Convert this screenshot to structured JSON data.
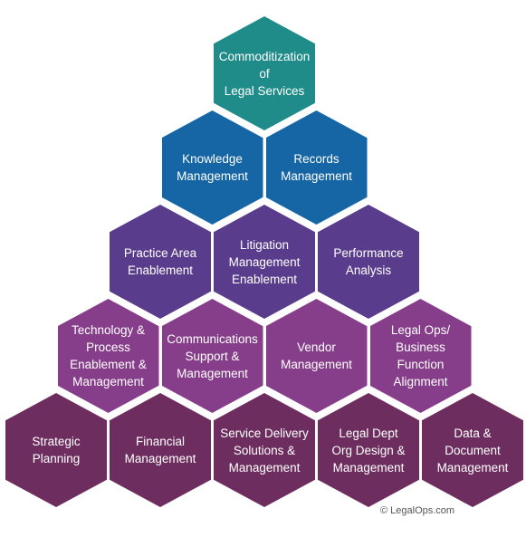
{
  "tiers": [
    {
      "color": "#1f8c8a",
      "items": [
        {
          "label": "Commoditization\nof\nLegal Services"
        }
      ]
    },
    {
      "color": "#1666a6",
      "items": [
        {
          "label": "Knowledge\nManagement"
        },
        {
          "label": "Records\nManagement"
        }
      ]
    },
    {
      "color": "#5a3c8c",
      "items": [
        {
          "label": "Practice Area\nEnablement"
        },
        {
          "label": "Litigation\nManagement\nEnablement"
        },
        {
          "label": "Performance\nAnalysis"
        }
      ]
    },
    {
      "color": "#873e8a",
      "items": [
        {
          "label": "Technology &\nProcess\nEnablement &\nManagement"
        },
        {
          "label": "Communications\nSupport &\nManagement"
        },
        {
          "label": "Vendor\nManagement"
        },
        {
          "label": "Legal Ops/\nBusiness\nFunction\nAlignment"
        }
      ]
    },
    {
      "color": "#6d2e5f",
      "items": [
        {
          "label": "Strategic\nPlanning"
        },
        {
          "label": "Financial\nManagement"
        },
        {
          "label": "Service Delivery\nSolutions &\nManagement"
        },
        {
          "label": "Legal Dept\nOrg Design &\nManagement"
        },
        {
          "label": "Data &\nDocument\nManagement"
        }
      ]
    }
  ],
  "copyright": "© LegalOps.com"
}
